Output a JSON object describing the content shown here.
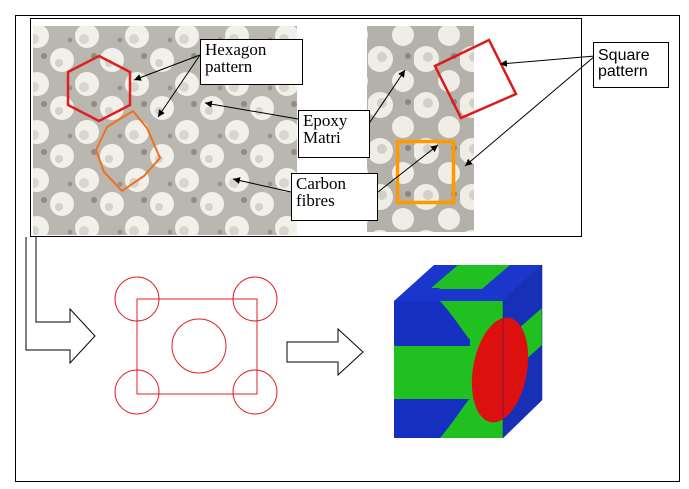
{
  "figure": {
    "labels": {
      "hexagon": [
        "Hexagon",
        "pattern"
      ],
      "square": [
        "Square",
        "pattern"
      ],
      "epoxy": [
        "Epoxy",
        "Matri"
      ],
      "carbon": [
        "Carbon",
        "fibres"
      ]
    },
    "colors": {
      "hexagon_primary": "#e02020",
      "hexagon_secondary": "#f07020",
      "square_primary": "#e01818",
      "square_secondary": "#ff9900",
      "micrograph_matrix": "#b8b6ae",
      "fibre": "#f2f0ea",
      "sketch_lines": "#e02020",
      "model_block": "#1530c0",
      "model_matrix": "#20c020",
      "model_fibre": "#dd1010"
    },
    "icons": [
      "hollow-arrow-down-right-icon",
      "hollow-arrow-right-icon"
    ]
  }
}
